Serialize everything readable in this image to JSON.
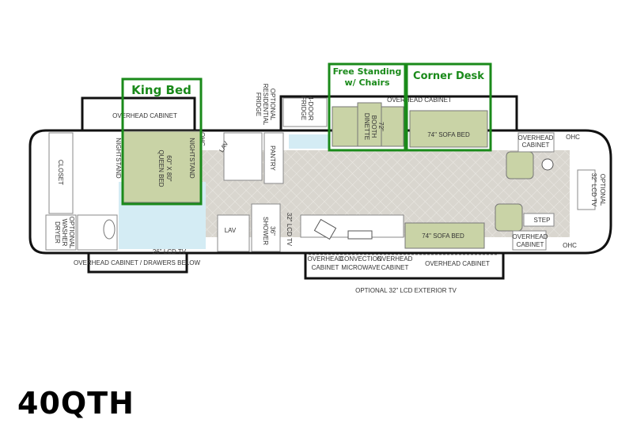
{
  "model_name": "40QTH",
  "highlights": {
    "king_bed": "King Bed",
    "free_standing_line1": "Free Standing",
    "free_standing_line2": "w/ Chairs",
    "corner_desk": "Corner Desk"
  },
  "labels": {
    "overhead_cabinet_bedroom": "OVERHEAD CABINET",
    "closet": "CLOSET",
    "washer_1": "OPTIONAL",
    "washer_2": "WASHER",
    "washer_3": "DRYER",
    "nightstand_left": "NIGHTSTAND",
    "nightstand_right": "NIGHTSTAND",
    "bed_1": "60\" X 80\"",
    "bed_2": "QUEEN BED",
    "ohc_bed": "OHC",
    "lav_upper": "LAV",
    "lav_lower": "LAV",
    "res_fridge_1": "OPTIONAL",
    "res_fridge_2": "RESIDENTIAL",
    "res_fridge_3": "FRIDGE",
    "fridge_1": "4-DOOR",
    "fridge_2": "FRIDGE",
    "pantry": "PANTRY",
    "shower_1": "36\"",
    "shower_2": "SHOWER",
    "lcd_bath": "32\" LCD TV",
    "lcd_26": "26\" LCD TV",
    "overhead_drawers": "OVERHEAD CABINET / DRAWERS BELOW",
    "overhead_cabinet_living": "OVERHEAD CABINET",
    "dinette_1": "72\"",
    "dinette_2": "BOOTH",
    "dinette_3": "DINETTE",
    "sofa_upper": "74\" SOFA BED",
    "sofa_lower": "74\" SOFA BED",
    "oh_front_top_1": "OVERHEAD",
    "oh_front_top_2": "CABINET",
    "ohc_front_top": "OHC",
    "lcd_front_1": "OPTIONAL",
    "lcd_front_2": "32\" LCD TV",
    "step": "STEP",
    "oh_front_bot_1": "OVERHEAD",
    "oh_front_bot_2": "CABINET",
    "ohc_front_bot": "OHC",
    "oh_kitchen_1a": "OVERHEAD",
    "oh_kitchen_1b": "CABINET",
    "microwave_1": "CONVECTION",
    "microwave_2": "MICROWAVE",
    "oh_kitchen_2a": "OVERHEAD",
    "oh_kitchen_2b": "CABINET",
    "oh_kitchen_3": "OVERHEAD CABINET",
    "exterior_tv": "OPTIONAL 32\" LCD EXTERIOR TV"
  },
  "colors": {
    "highlight": "#1a8a1a",
    "furniture": "#c9d3a6",
    "floor": "#d9d6cf",
    "water": "#d4ecf4"
  }
}
